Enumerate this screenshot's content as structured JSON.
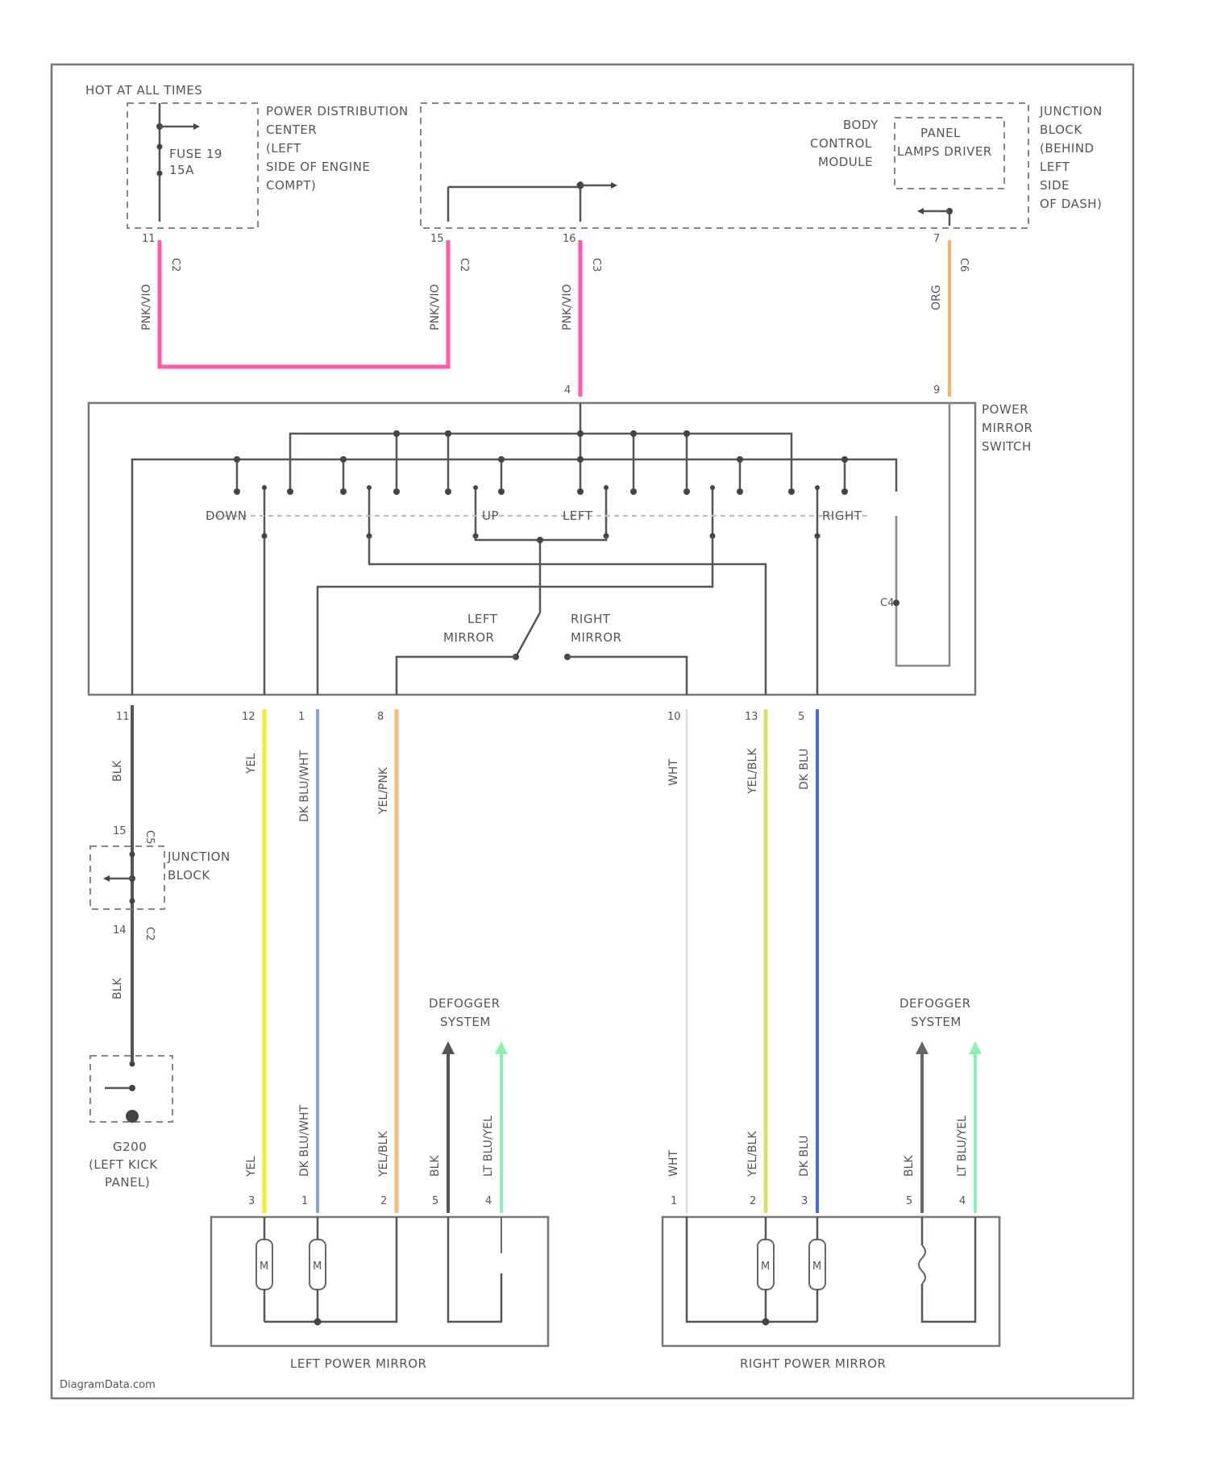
{
  "components": {
    "hot_at_all_times": "HOT AT ALL TIMES",
    "fuse": [
      "FUSE 19",
      "15A"
    ],
    "pdc": [
      "POWER DISTRIBUTION",
      "CENTER",
      "(LEFT",
      "SIDE OF ENGINE",
      "COMPT)"
    ],
    "bcm": [
      "BODY",
      "CONTROL",
      "MODULE"
    ],
    "panel_lamps": [
      "PANEL",
      "LAMPS DRIVER"
    ],
    "junction_block": [
      "JUNCTION",
      "BLOCK",
      "(BEHIND",
      "LEFT",
      "SIDE",
      "OF DASH)"
    ],
    "power_mirror_switch": [
      "POWER",
      "MIRROR",
      "SWITCH"
    ],
    "junction_block_2": [
      "JUNCTION",
      "BLOCK"
    ],
    "ground": [
      "G200",
      "(LEFT KICK",
      "PANEL)"
    ],
    "left_mirror": "LEFT POWER MIRROR",
    "right_mirror": "RIGHT POWER MIRROR",
    "defogger_left": [
      "DEFOGGER",
      "SYSTEM"
    ],
    "defogger_right": [
      "DEFOGGER",
      "SYSTEM"
    ]
  },
  "switch_positions": {
    "down": "DOWN",
    "up": "UP",
    "left": "LEFT",
    "right": "RIGHT",
    "left_mirror": [
      "LEFT",
      "MIRROR"
    ],
    "right_mirror": [
      "RIGHT",
      "MIRROR"
    ]
  },
  "wires": {
    "pnk_vio_1": "PNK/VIO",
    "pnk_vio_2": "PNK/VIO",
    "pnk_vio_3": "PNK/VIO",
    "org": "ORG",
    "blk_1": "BLK",
    "yel": "YEL",
    "dk_blu_wht": "DK BLU/WHT",
    "yel_pnk": "YEL/PNK",
    "wht": "WHT",
    "yel_blk": "YEL/BLK",
    "dk_blu": "DK BLU",
    "blk_2": "BLK",
    "l_yel": "YEL",
    "l_dk_blu_wht": "DK BLU/WHT",
    "l_yel_blk": "YEL/BLK",
    "l_blk": "BLK",
    "l_lt_blu_yel": "LT BLU/YEL",
    "r_wht": "WHT",
    "r_yel_blk": "YEL/BLK",
    "r_dk_blu": "DK BLU",
    "r_blk": "BLK",
    "r_lt_blu_yel": "LT BLU/YEL"
  },
  "connectors": {
    "c2_a": "C2",
    "c2_b": "C2",
    "c3": "C3",
    "c6": "C6",
    "c4": "C4",
    "c5": "C5",
    "c5_b": "C2"
  },
  "pins": {
    "p11": "11",
    "p15": "15",
    "p16": "16",
    "p7": "7",
    "p4": "4",
    "p9": "9",
    "p12": "12",
    "p1": "1",
    "p8": "8",
    "p10": "10",
    "p13": "13",
    "p5": "5",
    "p14": "14",
    "p2": "2",
    "p3": "3"
  },
  "watermark": "DiagramData.com",
  "colors": {
    "pink": "#ff5aa8",
    "orange": "#ffb060",
    "yellow": "#f2ef2a",
    "light_blue": "#8ea0e6",
    "yellow_pink": "#f7b87a",
    "yellow_green": "#d8e060",
    "blue": "#4a6ad8",
    "light_green": "#8af0b4",
    "black": "#555555",
    "white": "#dddddd"
  }
}
